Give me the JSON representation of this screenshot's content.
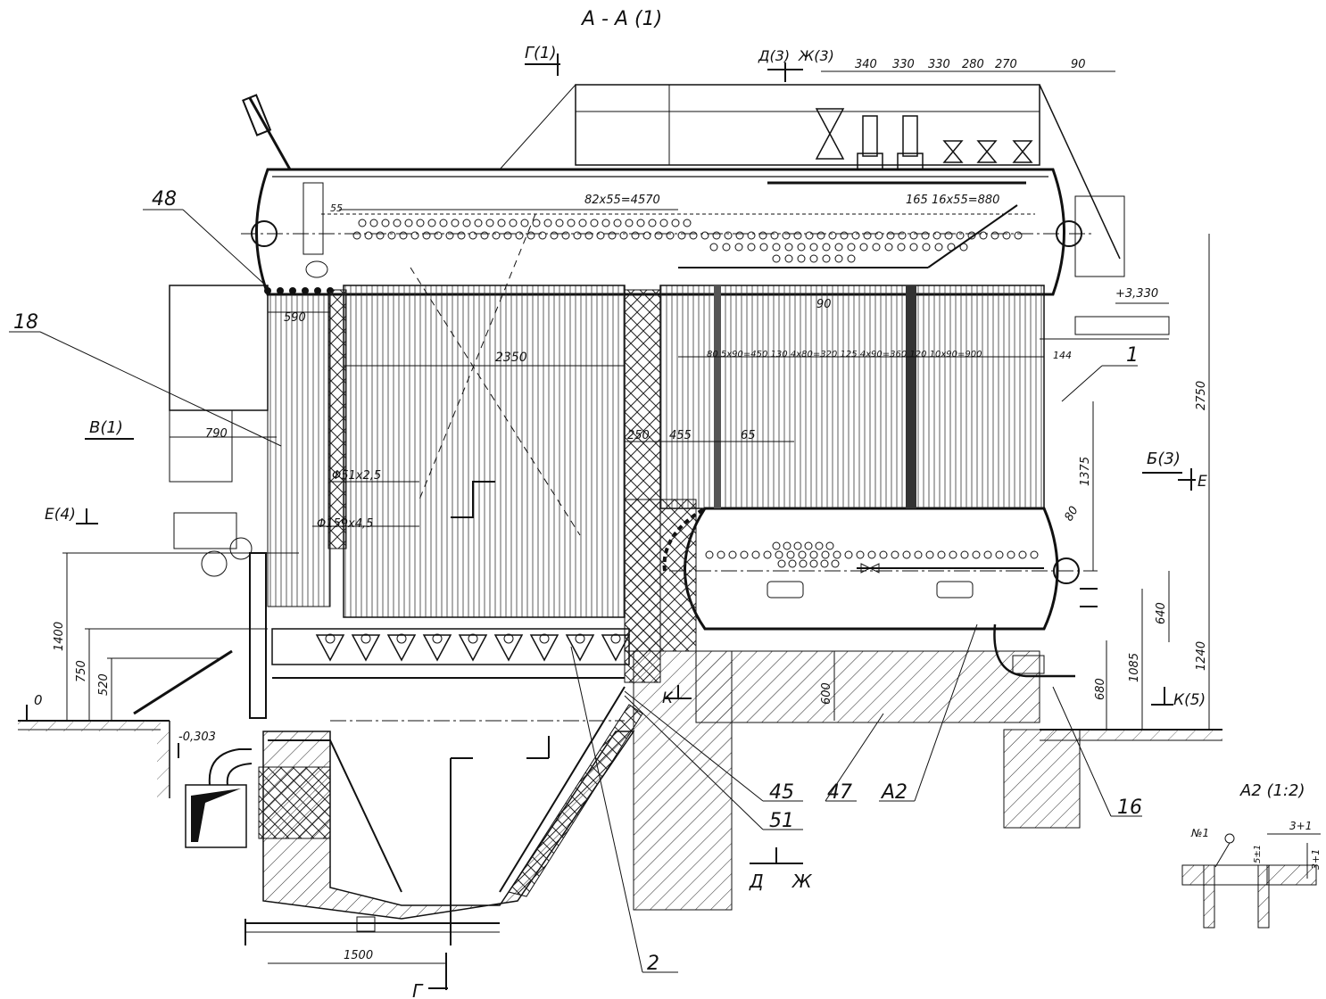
{
  "drawing": {
    "section_title": "A - A (1)",
    "section_marks": {
      "g1": "Г(1)",
      "d3": "Д(3)",
      "zh3": "Ж(3)",
      "v1": "В(1)",
      "e4": "Е(4)",
      "b3": "Б(3)",
      "e": "Е",
      "k": "К",
      "k5": "К(5)",
      "g_bottom": "Г",
      "d_bottom": "Д",
      "zh_bottom": "Ж"
    },
    "dimensions": {
      "top_chain": [
        "340",
        "330",
        "330",
        "280",
        "270",
        "90"
      ],
      "tube_pitch": "82x55=4570",
      "tube_pitch_right": "165 16x55=880",
      "d55": "55",
      "d590": "590",
      "d790": "790",
      "d2350": "2350",
      "d90": "90",
      "mid_chain": "80 5x90=450 130 4x80=320 125 4x90=360 120 10x90=900",
      "d144": "144",
      "d250": "250",
      "d455": "455",
      "d65": "65",
      "tube1": "Φ51x2,5",
      "tube2": "Φ159x4,5",
      "elev_top": "+3,330",
      "d2750": "2750",
      "d1375": "1375",
      "d80": "80",
      "d640": "640",
      "d1085": "1085",
      "d1240": "1240",
      "d680": "680",
      "d600": "600",
      "d1400": "1400",
      "d750": "750",
      "d520": "520",
      "elev_zero": "0",
      "elev_neg": "-0,303",
      "d1500": "1500"
    },
    "callouts": {
      "c48": "48",
      "c18": "18",
      "c1": "1",
      "c45": "45",
      "c51": "51",
      "c47": "47",
      "cA2": "A2",
      "c16": "16",
      "c2": "2"
    },
    "detail": {
      "title": "A2 (1:2)",
      "no1": "№1",
      "dim1": "3+1",
      "dim2": "3+1",
      "dim3": "5±1"
    }
  }
}
